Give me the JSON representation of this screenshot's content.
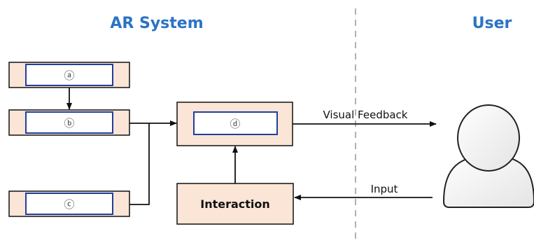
{
  "titles": {
    "left": "AR System",
    "right": "User"
  },
  "modules": {
    "a": "ⓐ",
    "b": "ⓑ",
    "c": "ⓒ",
    "d": "ⓓ",
    "interaction": "Interaction"
  },
  "arrows": {
    "visual_feedback": "Visual Feedback",
    "input": "Input"
  },
  "colors": {
    "title": "#2a73c5",
    "box_fill": "#fbe5d6",
    "inner_border": "#1f3f9e",
    "divider": "#b0b0b0"
  },
  "icons": {
    "user": "user-icon"
  }
}
